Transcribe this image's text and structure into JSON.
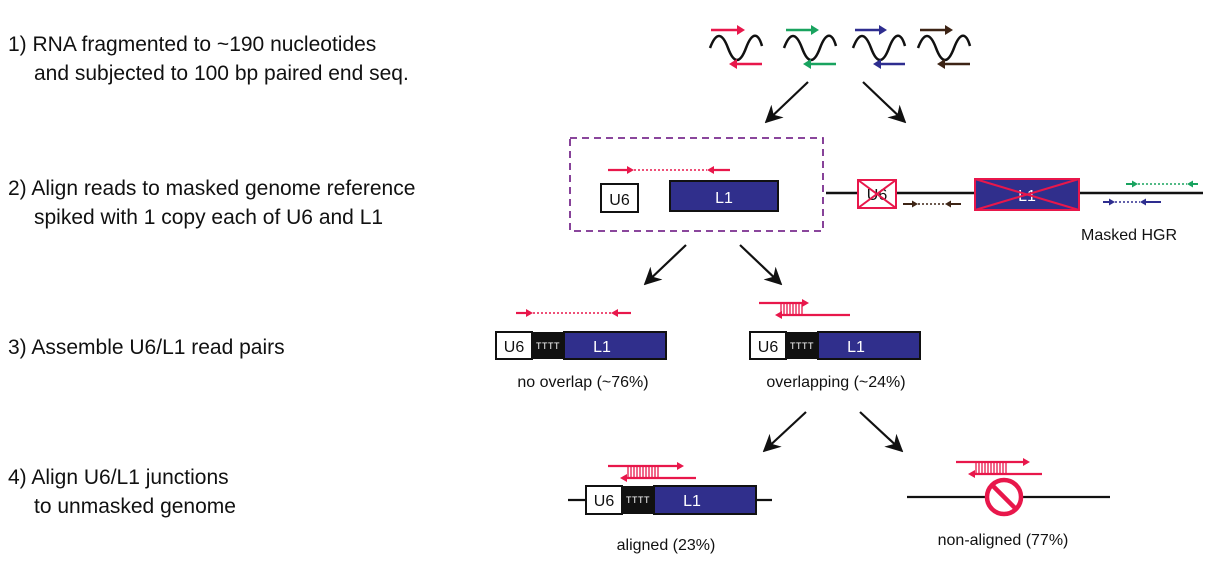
{
  "steps": [
    {
      "line1": "1) RNA fragmented to ~190 nucleotides",
      "line2": "and subjected to 100 bp paired end seq."
    },
    {
      "line1": "2) Align reads to masked genome reference",
      "line2": "spiked with 1 copy each of U6 and L1"
    },
    {
      "line1": "3) Assemble U6/L1 read pairs",
      "line2": ""
    },
    {
      "line1": "4) Align U6/L1 junctions",
      "line2": "to unmasked genome"
    }
  ],
  "labels": {
    "u6": "U6",
    "l1": "L1",
    "polyT": "TTTT",
    "masked_hgr": "Masked HGR",
    "no_overlap": "no overlap (~76%)",
    "overlapping": "overlapping (~24%)",
    "aligned": "aligned (23%)",
    "non_aligned": "non-aligned (77%)"
  },
  "colors": {
    "read_red": "#e8174b",
    "read_green": "#19a35f",
    "read_blue": "#2e2d8f",
    "read_brown": "#3d2415",
    "l1_fill": "#302f8c",
    "box_dashed": "#7a2d8e",
    "mask_red": "#e8174b",
    "junction_black": "#111111"
  },
  "icons": [
    "wavy-rna-fragment-icon",
    "arrow-icon",
    "cross-out-icon",
    "prohibited-icon"
  ]
}
